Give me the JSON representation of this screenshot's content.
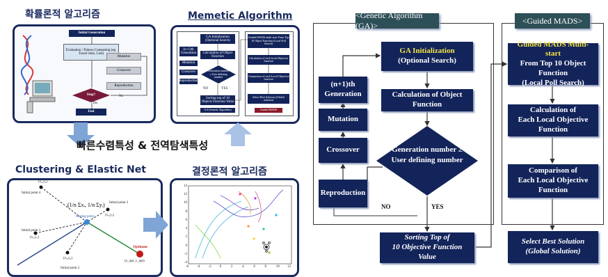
{
  "left": {
    "prob_title": "확률론적 알고리즘",
    "memetic_title": "Memetic Algorithm",
    "middle_text": "빠른수렴특성 & 전역탐색특성",
    "cluster_title": "Clustering & Elastic Net",
    "determ_title": "결정론적 알고리즘",
    "prob_flow": {
      "initial": "Initial Generation",
      "evaluation": "Evaluation / Fitness Computing (eg. Travel time, Cost)",
      "stop": "Stop?",
      "end": "End",
      "yes": "Yes",
      "no": "No",
      "mutation": "Mutation",
      "crossover": "Crossover",
      "reproduction": "Reproduction"
    },
    "memetic_flow": {
      "ga_init": "GA Initialization (Optional Search)",
      "calc": "Calculation of Object Function",
      "gen": "Generation number ≥ User defining number",
      "sort": "Sorting top of 10 Objects Function Value",
      "ga_label": "GA (Genetic Algorithm)",
      "n1": "(n+1)th Generation",
      "mutation": "Mutation",
      "crossover": "Crossover",
      "reproduction": "Reproduction",
      "no": "NO",
      "yes": "YES",
      "mads_start": "Guided MADS multi-start From Top 10 Object Function (Local Poll Search)",
      "mads_calc": "Calculation of each local Objective function",
      "mads_comp": "Comparison of each Local Objective function",
      "mads_select": "Select Best Solution (Global solution)",
      "mads_label": "Guided MADS"
    },
    "cluster": {
      "p1": "Initial point 1",
      "p2": "Initial point 2",
      "p3": "Initial point 3",
      "p4": "Initial point 4",
      "c1": "(x₁,y₁)",
      "c2": "(x₂,y₂)",
      "c3": "(x₃,y₃)",
      "c4": "(x₄,y₄)",
      "sorting": "Sorting point",
      "optimum": "Optimum",
      "opt_coord": "(x_opt, y_opt)"
    },
    "contour_axis": {
      "yticks": [
        "14",
        "12",
        "10",
        "8",
        "6",
        "4",
        "2",
        "0",
        "-2",
        "-4"
      ],
      "xticks": [
        "-6",
        "-4",
        "-2",
        "0",
        "2",
        "4",
        "6",
        "8",
        "10",
        "12"
      ]
    }
  },
  "ga": {
    "header": "<Genetic Algorithm (GA)>",
    "init_title": "GA Initialization",
    "init_sub": "(Optional Search)",
    "calc": "Calculation of Object Function",
    "decision_line1": "Generation number ≥",
    "decision_line2": "User defining number",
    "n1": "(n+1)th Generation",
    "mutation": "Mutation",
    "crossover": "Crossover",
    "reproduction": "Reproduction",
    "no": "NO",
    "yes": "YES",
    "sort_line1": "Sorting Top of",
    "sort_line2": "10 Objective Function Value"
  },
  "mads": {
    "header": "<Guided MADS>",
    "start_title": "Guided MADS Multi-start",
    "start_line2": "From Top 10 Object Function",
    "start_line3": "(Local Poll Search)",
    "calc_line1": "Calculation of",
    "calc_line2": "Each Local Objective Function",
    "comp_line1": "Comparison of",
    "comp_line2": "Each Local Objective Function",
    "select_line1": "Select Best Solution",
    "select_line2": "(Global Solution)"
  },
  "colors": {
    "navy": "#13245a",
    "header_teal": "#2d4f57",
    "highlight_yellow": "#f4e24a",
    "arrow_blue": "#7fa4d6"
  }
}
